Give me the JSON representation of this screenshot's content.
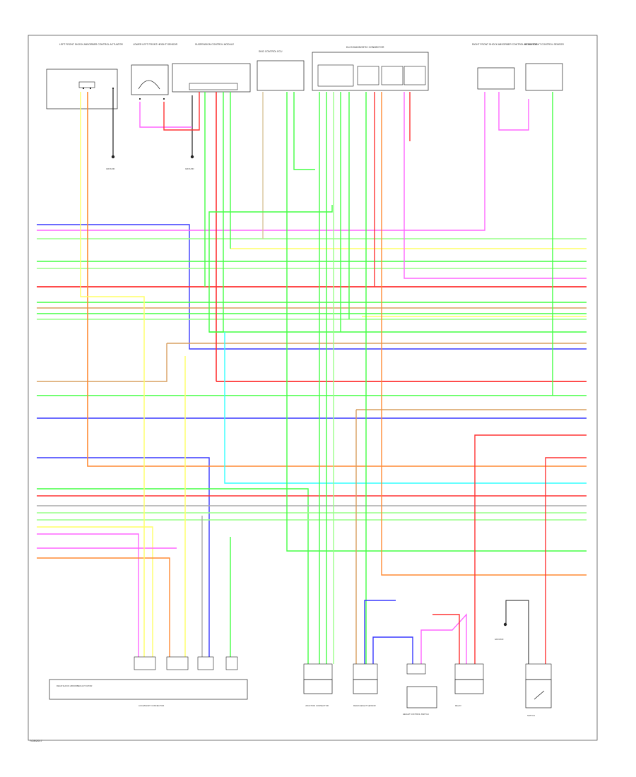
{
  "diagram": {
    "footer_code": "7/28/2017",
    "wire_colors": {
      "blu": "#3a3aff",
      "pnk": "#ff66ff",
      "grn": "#44ff44",
      "yel": "#ffff66",
      "tan": "#d8c49a",
      "red": "#ff3333",
      "org": "#ff8a33",
      "cyn": "#33ffff",
      "gry": "#aaaaaa",
      "lgrn": "#99ff88",
      "blk": "#222222"
    },
    "components_top": [
      {
        "id": "c1",
        "label": "LEFT FRONT SHOCK ABSORBER CONTROL ACTUATOR"
      },
      {
        "id": "c2",
        "label": "LOWER LEFT FRONT HEIGHT SENSOR"
      },
      {
        "id": "c3",
        "label": "SUSPENSION CONTROL MODULE"
      },
      {
        "id": "c4",
        "label": "SKID CONTROL ECU"
      },
      {
        "id": "c5",
        "label": "DLC3 DIAGNOSTIC CONNECTOR"
      },
      {
        "id": "c6",
        "label": "RIGHT FRONT SHOCK ABSORBER CONTROL ACTUATOR"
      },
      {
        "id": "c7",
        "label": "REAR HEIGHT CONTROL SENSOR"
      }
    ],
    "grounds": [
      {
        "id": "g1",
        "label": "GROUND"
      },
      {
        "id": "g2",
        "label": "GROUND"
      },
      {
        "id": "g3",
        "label": "GROUND"
      }
    ],
    "components_bottom": [
      {
        "id": "b1",
        "label": "REAR SHOCK ABSORBER ACTUATOR"
      },
      {
        "id": "b2",
        "label": "ACCESSORY CONNECTOR"
      },
      {
        "id": "b3",
        "label": "JUNCTION CONNECTOR"
      },
      {
        "id": "b4",
        "label": "REAR HEIGHT SENSOR"
      },
      {
        "id": "b5",
        "label": "HEIGHT CONTROL SWITCH"
      },
      {
        "id": "b6",
        "label": "RELAY"
      },
      {
        "id": "b7",
        "label": "SWITCH"
      }
    ]
  }
}
